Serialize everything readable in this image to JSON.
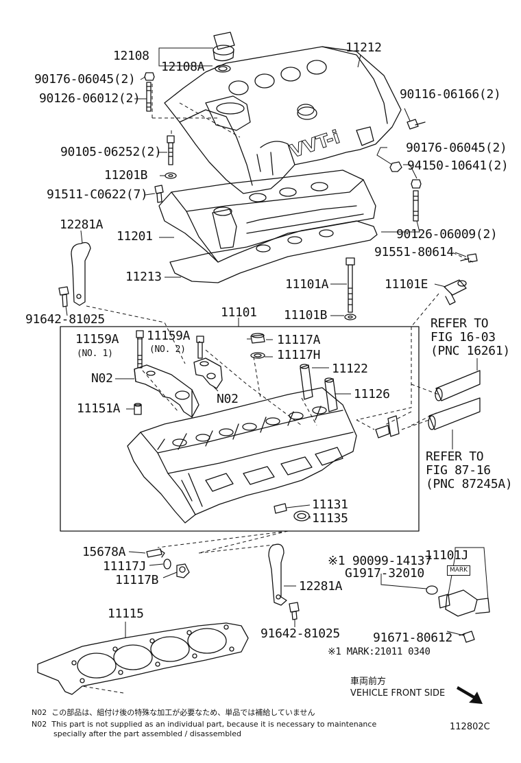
{
  "labels": {
    "p12108": "12108",
    "p12108A": "12108A",
    "p11212": "11212",
    "p90176a": "90176-06045(2)",
    "p90126a": "90126-06012(2)",
    "p90116": "90116-06166(2)",
    "p90105": "90105-06252(2)",
    "p90176b": "90176-06045(2)",
    "p11201B": "11201B",
    "p94150": "94150-10641(2)",
    "p91511": "91511-C0622(7)",
    "p11201": "11201",
    "p90126b": "90126-06009(2)",
    "p12281Aa": "12281A",
    "p91551": "91551-80614",
    "p11213": "11213",
    "p11101A": "11101A",
    "p11101E": "11101E",
    "p11101B": "11101B",
    "p91642a": "91642-81025",
    "p11101": "11101",
    "p11159Aa": "11159A",
    "p11159Aa_sub": "(NO. 1)",
    "p11159Ab": "11159A",
    "p11159Ab_sub": "(NO. 2)",
    "p11117A": "11117A",
    "p11117H": "11117H",
    "pN02a": "N02",
    "pN02b": "N02",
    "p11122": "11122",
    "p11126": "11126",
    "p11151A": "11151A",
    "pRefer1": "REFER TO\nFIG 16-03\n(PNC 16261)",
    "pRefer2": "REFER TO\nFIG 87-16\n(PNC 87245A)",
    "p11131": "11131",
    "p11135": "11135",
    "p11101J": "11101J",
    "p15678A": "15678A",
    "p11117J": "11117J",
    "p11117B": "11117B",
    "p90099": "※1 90099-14137",
    "pG1917": "G1917-32010",
    "p12281Ab": "12281A",
    "p11115": "11115",
    "p91642b": "91642-81025",
    "p91671": "91671-80612",
    "pMarkNote": "※1 MARK:21011 0340"
  },
  "mark_box": "MARK",
  "cover_text": "VVT-i",
  "front": {
    "jp": "車両前方",
    "en": "VEHICLE FRONT SIDE"
  },
  "notes": {
    "jp": "N02  この部品は、組付け後の特殊な加工が必要なため、単品では補給していません",
    "en1": "N02  This part is not supplied as an individual part, because it is necessary to maintenance",
    "en2": "specially after the part assembled / disassembled"
  },
  "drawing_code": "112802C"
}
